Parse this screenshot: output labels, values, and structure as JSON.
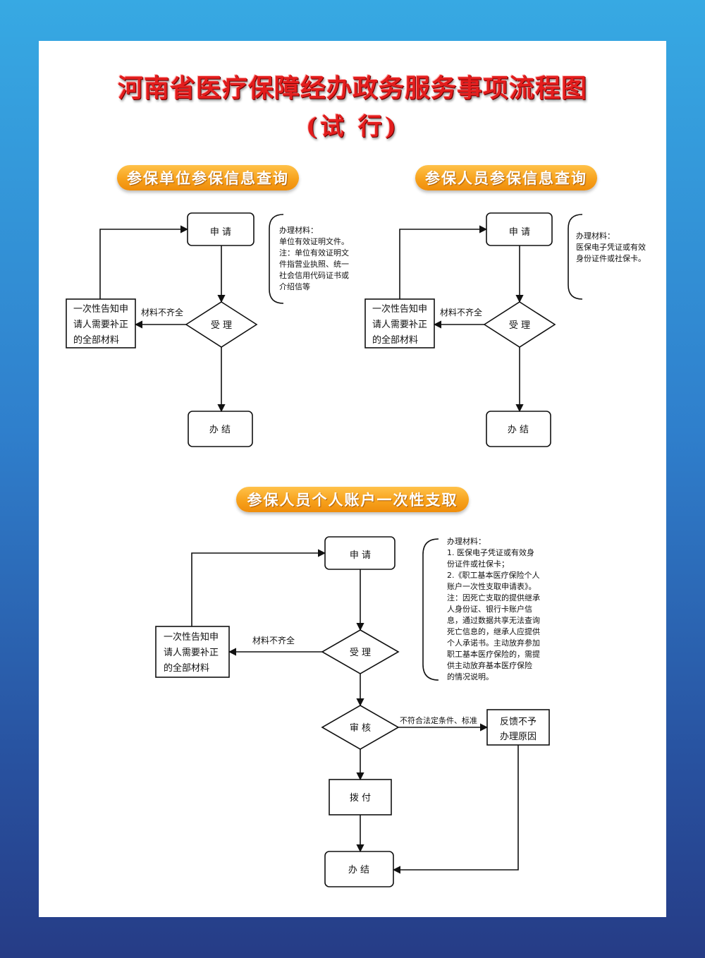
{
  "title": {
    "main": "河南省医疗保障经办政务服务事项流程图",
    "sub": "(试 行)"
  },
  "colors": {
    "background_top": "#37a9e3",
    "background_bottom": "#263c86",
    "title_red": "#e31d1d",
    "pill_orange": "#f7a21c"
  },
  "sections": [
    {
      "heading": "参保单位参保信息查询",
      "nodes": {
        "apply": "申 请",
        "accept": "受 理",
        "complete": "办 结",
        "notify": [
          "一次性告知申",
          "请人需要补正",
          "的全部材料"
        ]
      },
      "edge_incomplete": "材料不齐全",
      "materials": [
        "办理材料：",
        "单位有效证明文件。",
        "注：单位有效证明文",
        "件指营业执照、统一",
        "社会信用代码证书或",
        "介绍信等"
      ]
    },
    {
      "heading": "参保人员参保信息查询",
      "nodes": {
        "apply": "申 请",
        "accept": "受 理",
        "complete": "办 结",
        "notify": [
          "一次性告知申",
          "请人需要补正",
          "的全部材料"
        ]
      },
      "edge_incomplete": "材料不齐全",
      "materials": [
        "办理材料：",
        "医保电子凭证或有效",
        "身份证件或社保卡。"
      ]
    },
    {
      "heading": "参保人员个人账户一次性支取",
      "nodes": {
        "apply": "申 请",
        "accept": "受 理",
        "review": "审 核",
        "pay": "拨 付",
        "complete": "办 结",
        "notify": [
          "一次性告知申",
          "请人需要补正",
          "的全部材料"
        ],
        "feedback": [
          "反馈不予",
          "办理原因"
        ]
      },
      "edge_incomplete": "材料不齐全",
      "edge_reject": "不符合法定条件、标准",
      "materials": [
        "办理材料：",
        "1. 医保电子凭证或有效身",
        "份证件或社保卡；",
        "2.《职工基本医疗保险个人",
        "账户一次性支取申请表》。",
        "注：因死亡支取的提供继承",
        "人身份证、银行卡账户信",
        "息，通过数据共享无法查询",
        "死亡信息的，继承人应提供",
        "个人承诺书。主动放弃参加",
        "职工基本医疗保险的，需提",
        "供主动放弃基本医疗保险",
        "的情况说明。"
      ]
    }
  ]
}
